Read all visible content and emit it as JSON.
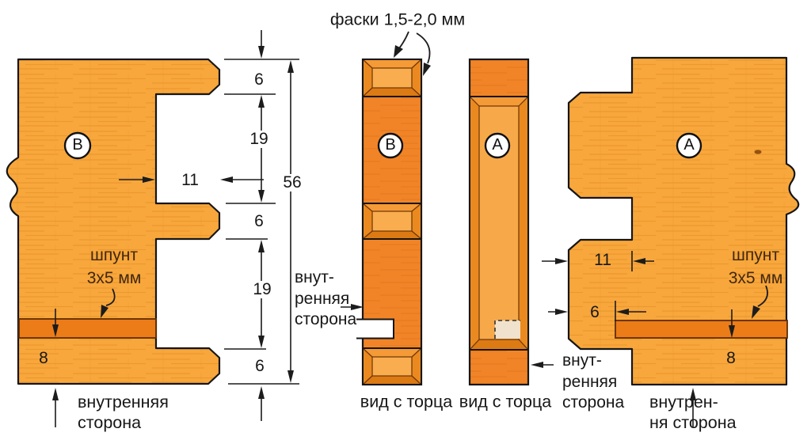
{
  "diagram": {
    "chamfer_note": "фаски 1,5-2,0 мм",
    "tongue_label": {
      "line1": "шпунт",
      "line2": "3х5 мм"
    },
    "end_view_caption": "вид с торца",
    "inner_side_2line": {
      "line1": "внутренняя",
      "line2": "сторона"
    },
    "inner_side_3line": {
      "line1": "внут-",
      "line2": "ренняя",
      "line3": "сторона"
    },
    "inner_side_right": {
      "line1": "внутрен-",
      "line2": "ня сторона"
    },
    "board_letters": {
      "b": "В",
      "a": "А"
    },
    "dims": {
      "six": "6",
      "nineteen": "19",
      "fifty_six": "56",
      "eleven": "11",
      "eight": "8"
    },
    "colors": {
      "wood_light": "#f8a73c",
      "wood_end": "#f18427",
      "tongue_strip": "#ec7c18",
      "chamfer_inner": "#f9ad4e",
      "outline": "#161616"
    }
  }
}
